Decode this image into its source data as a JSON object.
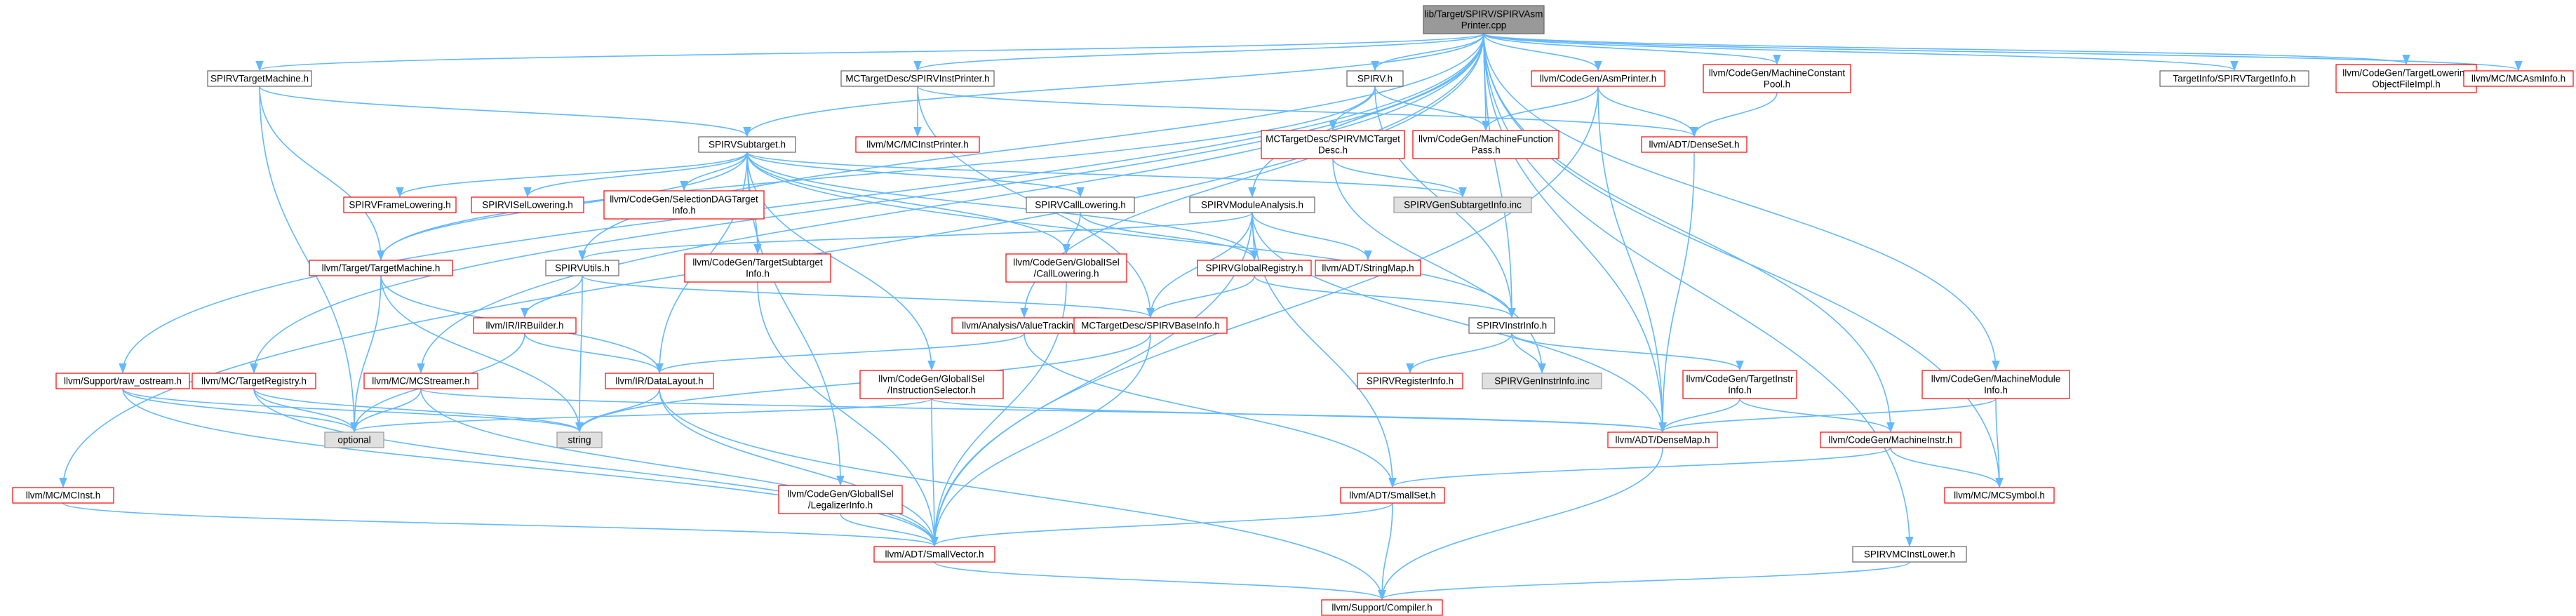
{
  "graph": {
    "colors": {
      "edge": "#63b8ff",
      "root_fill": "#999999",
      "root_border": "#666666",
      "normal_fill": "#ffffff",
      "normal_border": "#666666",
      "external_fill": "#ffffff",
      "external_border": "#ff0000",
      "system_fill": "#e0e0e0",
      "system_border": "#999999"
    },
    "nodes": [
      {
        "id": "root",
        "kind": "root",
        "lines": [
          "lib/Target/SPIRV/SPIRVAsm",
          "Printer.cpp"
        ]
      },
      {
        "id": "targetmachine_h",
        "kind": "normal",
        "lines": [
          "SPIRVTargetMachine.h"
        ]
      },
      {
        "id": "instprinter",
        "kind": "normal",
        "lines": [
          "MCTargetDesc/SPIRVInstPrinter.h"
        ]
      },
      {
        "id": "spirv_h",
        "kind": "normal",
        "lines": [
          "SPIRV.h"
        ]
      },
      {
        "id": "asmprinter",
        "kind": "external",
        "lines": [
          "llvm/CodeGen/AsmPrinter.h"
        ]
      },
      {
        "id": "constpool",
        "kind": "external",
        "lines": [
          "llvm/CodeGen/MachineConstant",
          "Pool.h"
        ]
      },
      {
        "id": "targetinfo",
        "kind": "normal",
        "lines": [
          "TargetInfo/SPIRVTargetInfo.h"
        ]
      },
      {
        "id": "tlof",
        "kind": "external",
        "lines": [
          "llvm/CodeGen/TargetLowering",
          "ObjectFileImpl.h"
        ]
      },
      {
        "id": "mcasminfo",
        "kind": "external",
        "lines": [
          "llvm/MC/MCAsmInfo.h"
        ]
      },
      {
        "id": "subtarget",
        "kind": "normal",
        "lines": [
          "SPIRVSubtarget.h"
        ]
      },
      {
        "id": "mcinstprinter",
        "kind": "external",
        "lines": [
          "llvm/MC/MCInstPrinter.h"
        ]
      },
      {
        "id": "mctargetdesc",
        "kind": "external",
        "lines": [
          "MCTargetDesc/SPIRVMCTarget",
          "Desc.h"
        ]
      },
      {
        "id": "machinefunctionpass",
        "kind": "external",
        "lines": [
          "llvm/CodeGen/MachineFunction",
          "Pass.h"
        ]
      },
      {
        "id": "denseset",
        "kind": "external",
        "lines": [
          "llvm/ADT/DenseSet.h"
        ]
      },
      {
        "id": "framelowering",
        "kind": "external",
        "lines": [
          "SPIRVFrameLowering.h"
        ]
      },
      {
        "id": "isellowering",
        "kind": "external",
        "lines": [
          "SPIRVISelLowering.h"
        ]
      },
      {
        "id": "seldaginfo",
        "kind": "external",
        "lines": [
          "llvm/CodeGen/SelectionDAGTarget",
          "Info.h"
        ]
      },
      {
        "id": "calllowering",
        "kind": "normal",
        "lines": [
          "SPIRVCallLowering.h"
        ]
      },
      {
        "id": "moduleanalysis",
        "kind": "normal",
        "lines": [
          "SPIRVModuleAnalysis.h"
        ]
      },
      {
        "id": "gensubtargetinfo",
        "kind": "system",
        "lines": [
          "SPIRVGenSubtargetInfo.inc"
        ]
      },
      {
        "id": "llvmtargetmachine",
        "kind": "external",
        "lines": [
          "llvm/Target/TargetMachine.h"
        ]
      },
      {
        "id": "utils",
        "kind": "normal",
        "lines": [
          "SPIRVUtils.h"
        ]
      },
      {
        "id": "targetsubtargetinfo",
        "kind": "external",
        "lines": [
          "llvm/CodeGen/TargetSubtarget",
          "Info.h"
        ]
      },
      {
        "id": "gisel_calllowering",
        "kind": "external",
        "lines": [
          "llvm/CodeGen/GlobalISel",
          "/CallLowering.h"
        ]
      },
      {
        "id": "globalregistry",
        "kind": "external",
        "lines": [
          "SPIRVGlobalRegistry.h"
        ]
      },
      {
        "id": "stringmap",
        "kind": "external",
        "lines": [
          "llvm/ADT/StringMap.h"
        ]
      },
      {
        "id": "irbuilder",
        "kind": "external",
        "lines": [
          "llvm/IR/IRBuilder.h"
        ]
      },
      {
        "id": "valuetracking",
        "kind": "external",
        "lines": [
          "llvm/Analysis/ValueTracking.h"
        ]
      },
      {
        "id": "baseinfo",
        "kind": "external",
        "lines": [
          "MCTargetDesc/SPIRVBaseInfo.h"
        ]
      },
      {
        "id": "instrinfo",
        "kind": "normal",
        "lines": [
          "SPIRVInstrInfo.h"
        ]
      },
      {
        "id": "raw_ostream",
        "kind": "external",
        "lines": [
          "llvm/Support/raw_ostream.h"
        ]
      },
      {
        "id": "targetregistry",
        "kind": "external",
        "lines": [
          "llvm/MC/TargetRegistry.h"
        ]
      },
      {
        "id": "mcstreamer",
        "kind": "external",
        "lines": [
          "llvm/MC/MCStreamer.h"
        ]
      },
      {
        "id": "datalayout",
        "kind": "external",
        "lines": [
          "llvm/IR/DataLayout.h"
        ]
      },
      {
        "id": "instructionselector",
        "kind": "external",
        "lines": [
          "llvm/CodeGen/GlobalISel",
          "/InstructionSelector.h"
        ]
      },
      {
        "id": "registerinfo",
        "kind": "external",
        "lines": [
          "SPIRVRegisterInfo.h"
        ]
      },
      {
        "id": "geninstrinfo",
        "kind": "system",
        "lines": [
          "SPIRVGenInstrInfo.inc"
        ]
      },
      {
        "id": "targetinstrinfo",
        "kind": "external",
        "lines": [
          "llvm/CodeGen/TargetInstr",
          "Info.h"
        ]
      },
      {
        "id": "machinemoduleinfo",
        "kind": "external",
        "lines": [
          "llvm/CodeGen/MachineModule",
          "Info.h"
        ]
      },
      {
        "id": "optional",
        "kind": "system",
        "lines": [
          "optional"
        ]
      },
      {
        "id": "string",
        "kind": "system",
        "lines": [
          "string"
        ]
      },
      {
        "id": "densemap",
        "kind": "external",
        "lines": [
          "llvm/ADT/DenseMap.h"
        ]
      },
      {
        "id": "machineinstr",
        "kind": "external",
        "lines": [
          "llvm/CodeGen/MachineInstr.h"
        ]
      },
      {
        "id": "mcinst",
        "kind": "external",
        "lines": [
          "llvm/MC/MCInst.h"
        ]
      },
      {
        "id": "legalizerinfo",
        "kind": "external",
        "lines": [
          "llvm/CodeGen/GlobalISel",
          "/LegalizerInfo.h"
        ]
      },
      {
        "id": "smallset",
        "kind": "external",
        "lines": [
          "llvm/ADT/SmallSet.h"
        ]
      },
      {
        "id": "mcsymbol",
        "kind": "external",
        "lines": [
          "llvm/MC/MCSymbol.h"
        ]
      },
      {
        "id": "smallvector",
        "kind": "external",
        "lines": [
          "llvm/ADT/SmallVector.h"
        ]
      },
      {
        "id": "mcinstlower",
        "kind": "normal",
        "lines": [
          "SPIRVMCInstLower.h"
        ]
      },
      {
        "id": "compiler",
        "kind": "external",
        "lines": [
          "llvm/Support/Compiler.h"
        ]
      }
    ],
    "edges": [
      [
        "root",
        "targetmachine_h"
      ],
      [
        "root",
        "instprinter"
      ],
      [
        "root",
        "spirv_h"
      ],
      [
        "root",
        "asmprinter"
      ],
      [
        "root",
        "constpool"
      ],
      [
        "root",
        "targetinfo"
      ],
      [
        "root",
        "tlof"
      ],
      [
        "root",
        "mcasminfo"
      ],
      [
        "root",
        "subtarget"
      ],
      [
        "root",
        "machinefunctionpass"
      ],
      [
        "root",
        "moduleanalysis"
      ],
      [
        "root",
        "utils"
      ],
      [
        "root",
        "valuetracking"
      ],
      [
        "root",
        "instrinfo"
      ],
      [
        "root",
        "raw_ostream"
      ],
      [
        "root",
        "targetregistry"
      ],
      [
        "root",
        "mcstreamer"
      ],
      [
        "root",
        "mcinst"
      ],
      [
        "root",
        "machinemoduleinfo"
      ],
      [
        "root",
        "densemap"
      ],
      [
        "root",
        "machineinstr"
      ],
      [
        "root",
        "mcsymbol"
      ],
      [
        "root",
        "mcinstlower"
      ],
      [
        "targetmachine_h",
        "subtarget"
      ],
      [
        "targetmachine_h",
        "llvmtargetmachine"
      ],
      [
        "targetmachine_h",
        "optional"
      ],
      [
        "instprinter",
        "mcinstprinter"
      ],
      [
        "instprinter",
        "baseinfo"
      ],
      [
        "instprinter",
        "denseset"
      ],
      [
        "spirv_h",
        "mctargetdesc"
      ],
      [
        "spirv_h",
        "machinefunctionpass"
      ],
      [
        "spirv_h",
        "llvmtargetmachine"
      ],
      [
        "spirv_h",
        "instrinfo"
      ],
      [
        "asmprinter",
        "machinefunctionpass"
      ],
      [
        "asmprinter",
        "denseset"
      ],
      [
        "asmprinter",
        "densemap"
      ],
      [
        "asmprinter",
        "smallvector"
      ],
      [
        "constpool",
        "denseset"
      ],
      [
        "subtarget",
        "framelowering"
      ],
      [
        "subtarget",
        "isellowering"
      ],
      [
        "subtarget",
        "seldaginfo"
      ],
      [
        "subtarget",
        "calllowering"
      ],
      [
        "subtarget",
        "gensubtargetinfo"
      ],
      [
        "subtarget",
        "llvmtargetmachine"
      ],
      [
        "subtarget",
        "targetsubtargetinfo"
      ],
      [
        "subtarget",
        "gisel_calllowering"
      ],
      [
        "subtarget",
        "globalregistry"
      ],
      [
        "subtarget",
        "instrinfo"
      ],
      [
        "subtarget",
        "instructionselector"
      ],
      [
        "subtarget",
        "legalizerinfo"
      ],
      [
        "subtarget",
        "datalayout"
      ],
      [
        "mctargetdesc",
        "gensubtargetinfo"
      ],
      [
        "mctargetdesc",
        "geninstrinfo"
      ],
      [
        "denseset",
        "densemap"
      ],
      [
        "calllowering",
        "gisel_calllowering"
      ],
      [
        "calllowering",
        "globalregistry"
      ],
      [
        "moduleanalysis",
        "utils"
      ],
      [
        "moduleanalysis",
        "globalregistry"
      ],
      [
        "moduleanalysis",
        "stringmap"
      ],
      [
        "moduleanalysis",
        "baseinfo"
      ],
      [
        "moduleanalysis",
        "densemap"
      ],
      [
        "moduleanalysis",
        "smallset"
      ],
      [
        "moduleanalysis",
        "smallvector"
      ],
      [
        "llvmtargetmachine",
        "datalayout"
      ],
      [
        "llvmtargetmachine",
        "optional"
      ],
      [
        "llvmtargetmachine",
        "string"
      ],
      [
        "utils",
        "irbuilder"
      ],
      [
        "utils",
        "baseinfo"
      ],
      [
        "utils",
        "string"
      ],
      [
        "targetsubtargetinfo",
        "smallvector"
      ],
      [
        "gisel_calllowering",
        "smallvector"
      ],
      [
        "globalregistry",
        "baseinfo"
      ],
      [
        "globalregistry",
        "instrinfo"
      ],
      [
        "irbuilder",
        "datalayout"
      ],
      [
        "irbuilder",
        "optional"
      ],
      [
        "valuetracking",
        "datalayout"
      ],
      [
        "valuetracking",
        "smallset"
      ],
      [
        "baseinfo",
        "string"
      ],
      [
        "baseinfo",
        "smallvector"
      ],
      [
        "instrinfo",
        "registerinfo"
      ],
      [
        "instrinfo",
        "geninstrinfo"
      ],
      [
        "instrinfo",
        "targetinstrinfo"
      ],
      [
        "raw_ostream",
        "optional"
      ],
      [
        "raw_ostream",
        "string"
      ],
      [
        "raw_ostream",
        "smallvector"
      ],
      [
        "targetregistry",
        "optional"
      ],
      [
        "targetregistry",
        "string"
      ],
      [
        "targetregistry",
        "smallvector"
      ],
      [
        "mcstreamer",
        "optional"
      ],
      [
        "mcstreamer",
        "densemap"
      ],
      [
        "mcstreamer",
        "smallvector"
      ],
      [
        "datalayout",
        "string"
      ],
      [
        "datalayout",
        "smallvector"
      ],
      [
        "datalayout",
        "compiler"
      ],
      [
        "instructionselector",
        "optional"
      ],
      [
        "instructionselector",
        "densemap"
      ],
      [
        "instructionselector",
        "smallvector"
      ],
      [
        "targetinstrinfo",
        "densemap"
      ],
      [
        "targetinstrinfo",
        "machineinstr"
      ],
      [
        "machinemoduleinfo",
        "densemap"
      ],
      [
        "machinemoduleinfo",
        "mcsymbol"
      ],
      [
        "densemap",
        "compiler"
      ],
      [
        "machineinstr",
        "smallset"
      ],
      [
        "machineinstr",
        "mcsymbol"
      ],
      [
        "mcinst",
        "smallvector"
      ],
      [
        "legalizerinfo",
        "smallvector"
      ],
      [
        "smallset",
        "smallvector"
      ],
      [
        "smallset",
        "compiler"
      ],
      [
        "smallvector",
        "compiler"
      ],
      [
        "mcinstlower",
        "compiler"
      ]
    ]
  }
}
